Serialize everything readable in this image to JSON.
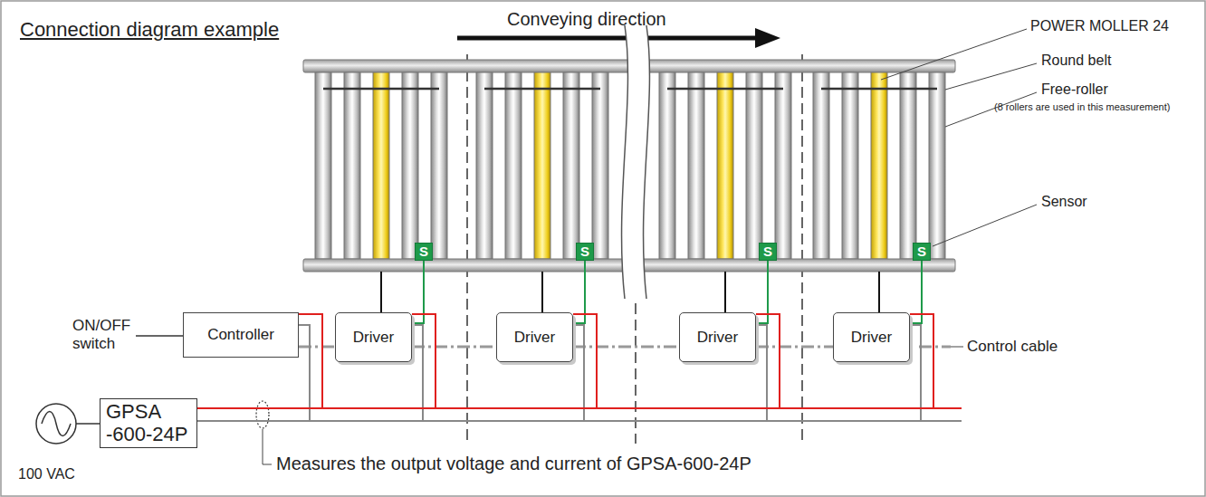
{
  "diagram": {
    "title": "Connection diagram example",
    "nodes": [
      {
        "text": [
          "S"
        ]
      },
      {
        "text": [
          "S"
        ]
      },
      {
        "text": [
          "S"
        ]
      },
      {
        "text": [
          "S"
        ]
      },
      {
        "text": [
          "Controller"
        ]
      },
      {
        "text": [
          "Driver"
        ]
      },
      {
        "text": [
          "Driver"
        ]
      },
      {
        "text": [
          "Driver"
        ]
      },
      {
        "text": [
          "Driver"
        ]
      },
      {
        "text": [
          "GPSA -600-24P"
        ]
      }
    ],
    "edges": [
      {
        "from": 0,
        "to": 5,
        "arrow": "none"
      },
      {
        "from": 1,
        "to": 6,
        "arrow": "none"
      },
      {
        "from": 2,
        "to": 7,
        "arrow": "none"
      },
      {
        "from": 3,
        "to": 8,
        "arrow": "none"
      },
      {
        "from": 4,
        "to": 5,
        "arrow": "none"
      },
      {
        "from": 5,
        "to": 6,
        "arrow": "none"
      },
      {
        "from": 6,
        "to": 7,
        "arrow": "none"
      },
      {
        "from": 7,
        "to": 8,
        "arrow": "none"
      },
      {
        "from": 9,
        "to": 4,
        "arrow": "none"
      },
      {
        "from": 9,
        "to": 5,
        "arrow": "none"
      },
      {
        "from": 9,
        "to": 6,
        "arrow": "none"
      },
      {
        "from": 9,
        "to": 7,
        "arrow": "none"
      },
      {
        "from": 9,
        "to": 8,
        "arrow": "none"
      }
    ],
    "labels": [
      "Conveying direction",
      "POWER MOLLER 24",
      "Round belt",
      "Free-roller",
      "(8 rollers are used in this measurement)",
      "Sensor",
      "ON/OFF switch",
      "Control cable",
      "100 VAC",
      "Measures the output voltage and current of GPSA-600-24P"
    ]
  }
}
